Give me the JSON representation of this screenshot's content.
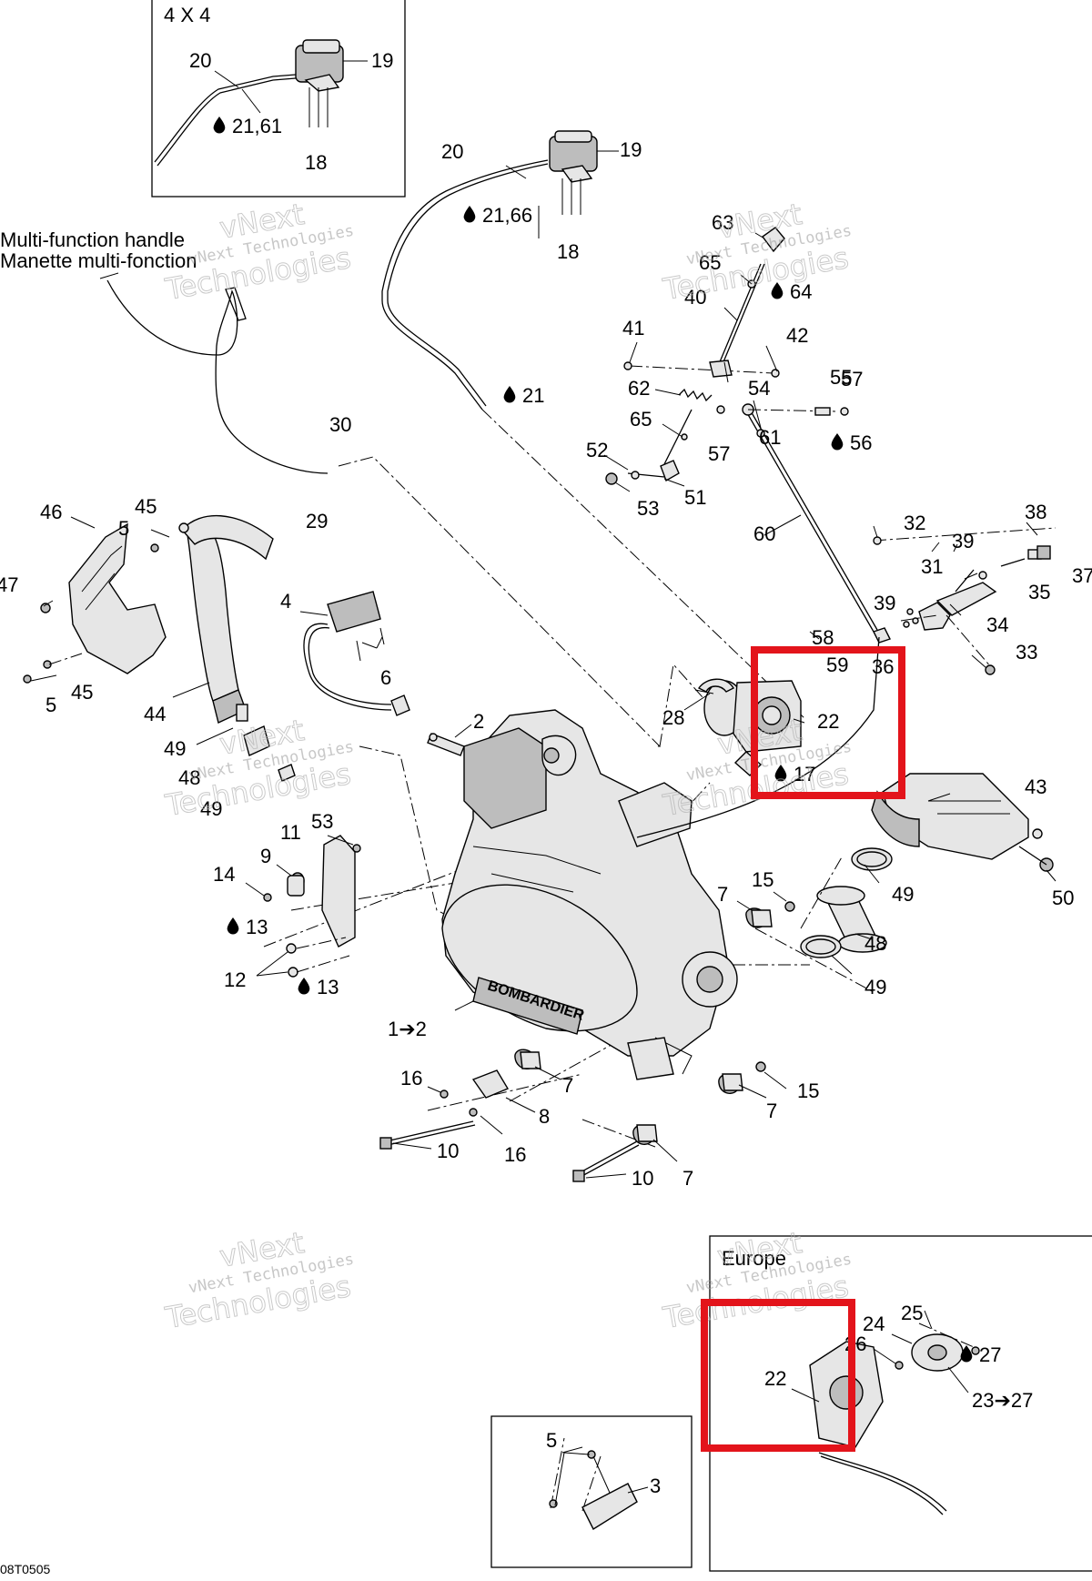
{
  "diagram": {
    "code": "08T0505",
    "insets": {
      "four_by_four": "4 X 4",
      "europe": "Europe"
    },
    "handle_label_en": "Multi-function handle",
    "handle_label_fr": "Manette multi-fonction",
    "watermark": {
      "line1": "vNext",
      "line2": "vNext Technologies",
      "line3": "Technologies"
    },
    "callouts": [
      "20",
      "19",
      "21,61",
      "18",
      "20",
      "19",
      "21,66",
      "18",
      "63",
      "65",
      "64",
      "40",
      "41",
      "42",
      "62",
      "54",
      "55",
      "57",
      "65",
      "61",
      "56",
      "57",
      "52",
      "51",
      "53",
      "21",
      "30",
      "29",
      "60",
      "32",
      "38",
      "39",
      "37",
      "31",
      "35",
      "39",
      "34",
      "58",
      "33",
      "59",
      "36",
      "46",
      "45",
      "5",
      "47",
      "45",
      "5",
      "44",
      "4",
      "6",
      "2",
      "49",
      "48",
      "49",
      "28",
      "22",
      "17",
      "43",
      "53",
      "11",
      "9",
      "14",
      "13",
      "12",
      "13",
      "7",
      "15",
      "49",
      "48",
      "49",
      "50",
      "1➔2",
      "16",
      "7",
      "8",
      "16",
      "10",
      "7",
      "15",
      "7",
      "10",
      "24",
      "25",
      "26",
      "27",
      "22",
      "23➔27",
      "5",
      "3"
    ],
    "lube_marked": [
      "21,61",
      "21,66",
      "64",
      "21",
      "56",
      "17",
      "13",
      "13",
      "27"
    ]
  }
}
